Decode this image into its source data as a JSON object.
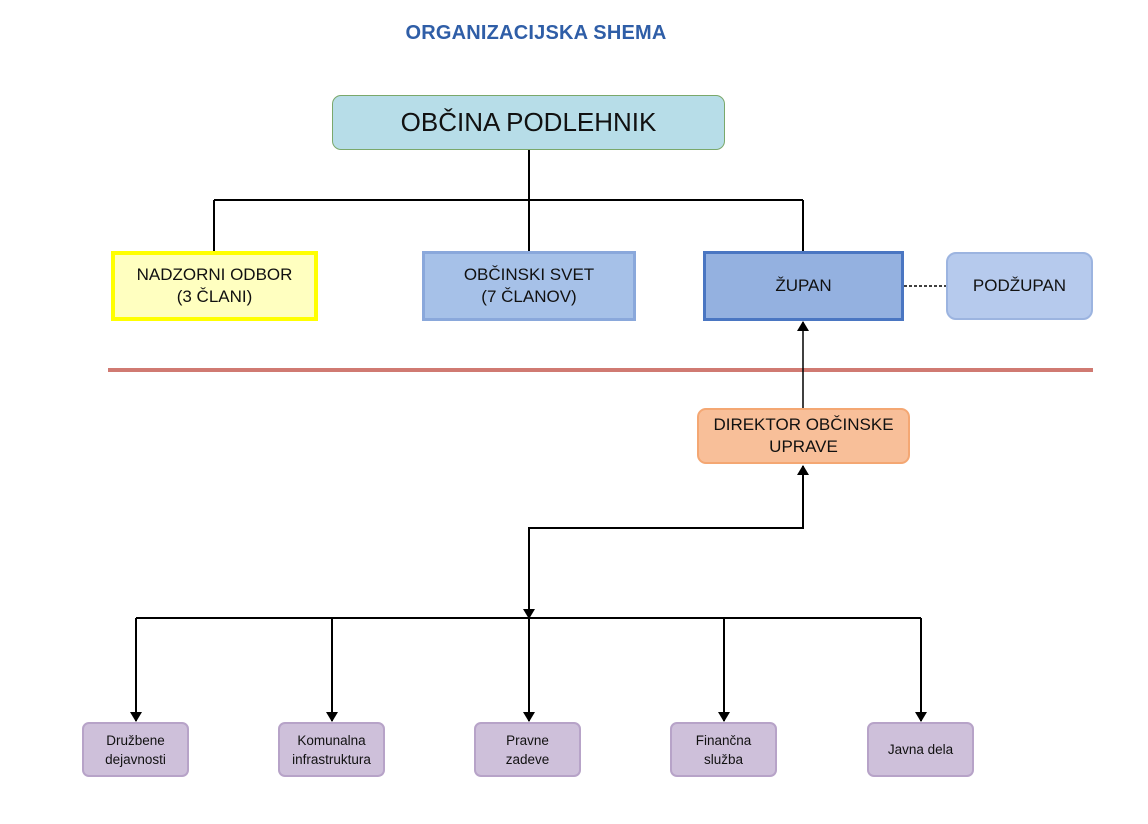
{
  "title": "ORGANIZACIJSKA SHEMA",
  "root": {
    "label": "OBČINA PODLEHNIK"
  },
  "level1": {
    "nadzorni_odbor": {
      "line1": "NADZORNI ODBOR",
      "line2": "(3 ČLANI)"
    },
    "obcinski_svet": {
      "line1": "OBČINSKI SVET",
      "line2": "(7 ČLANOV)"
    },
    "zupan": {
      "label": "ŽUPAN"
    },
    "podzupan": {
      "label": "PODŽUPAN"
    }
  },
  "direktor": {
    "line1": "DIREKTOR OBČINSKE",
    "line2": "UPRAVE"
  },
  "departments": [
    {
      "line1": "Družbene",
      "line2": "dejavnosti"
    },
    {
      "line1": "Komunalna",
      "line2": "infrastruktura"
    },
    {
      "line1": "Pravne",
      "line2": "zadeve"
    },
    {
      "line1": "Finančna",
      "line2": "služba"
    },
    {
      "line1": "Javna dela",
      "line2": ""
    }
  ],
  "colors": {
    "title": "#2f5ea7",
    "root_fill": "#b7dde8",
    "nadzorni_fill": "#ffffc0",
    "nadzorni_border": "#ffff00",
    "svet_fill": "#a6c1e8",
    "zupan_fill": "#94b1e0",
    "zupan_border": "#4a76c2",
    "podzupan_fill": "#b6caed",
    "direktor_fill": "#f8bf99",
    "department_fill": "#cec0da",
    "divider": "#d07a72"
  }
}
